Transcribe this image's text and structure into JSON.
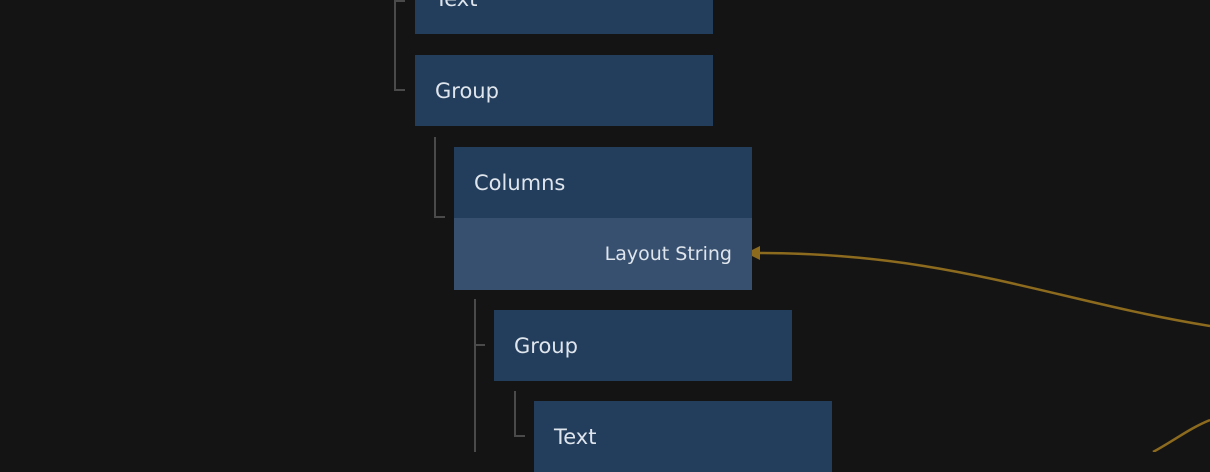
{
  "nodes": [
    {
      "title": "Text"
    },
    {
      "title": "Group"
    },
    {
      "title": "Columns",
      "port": "Layout String"
    },
    {
      "title": "Group"
    },
    {
      "title": "Text"
    }
  ],
  "colors": {
    "background": "#141414",
    "node": "#233d5c",
    "port_row": "#38506f",
    "connection": "#8c6a1e",
    "tree_line": "#4a4a4a"
  }
}
